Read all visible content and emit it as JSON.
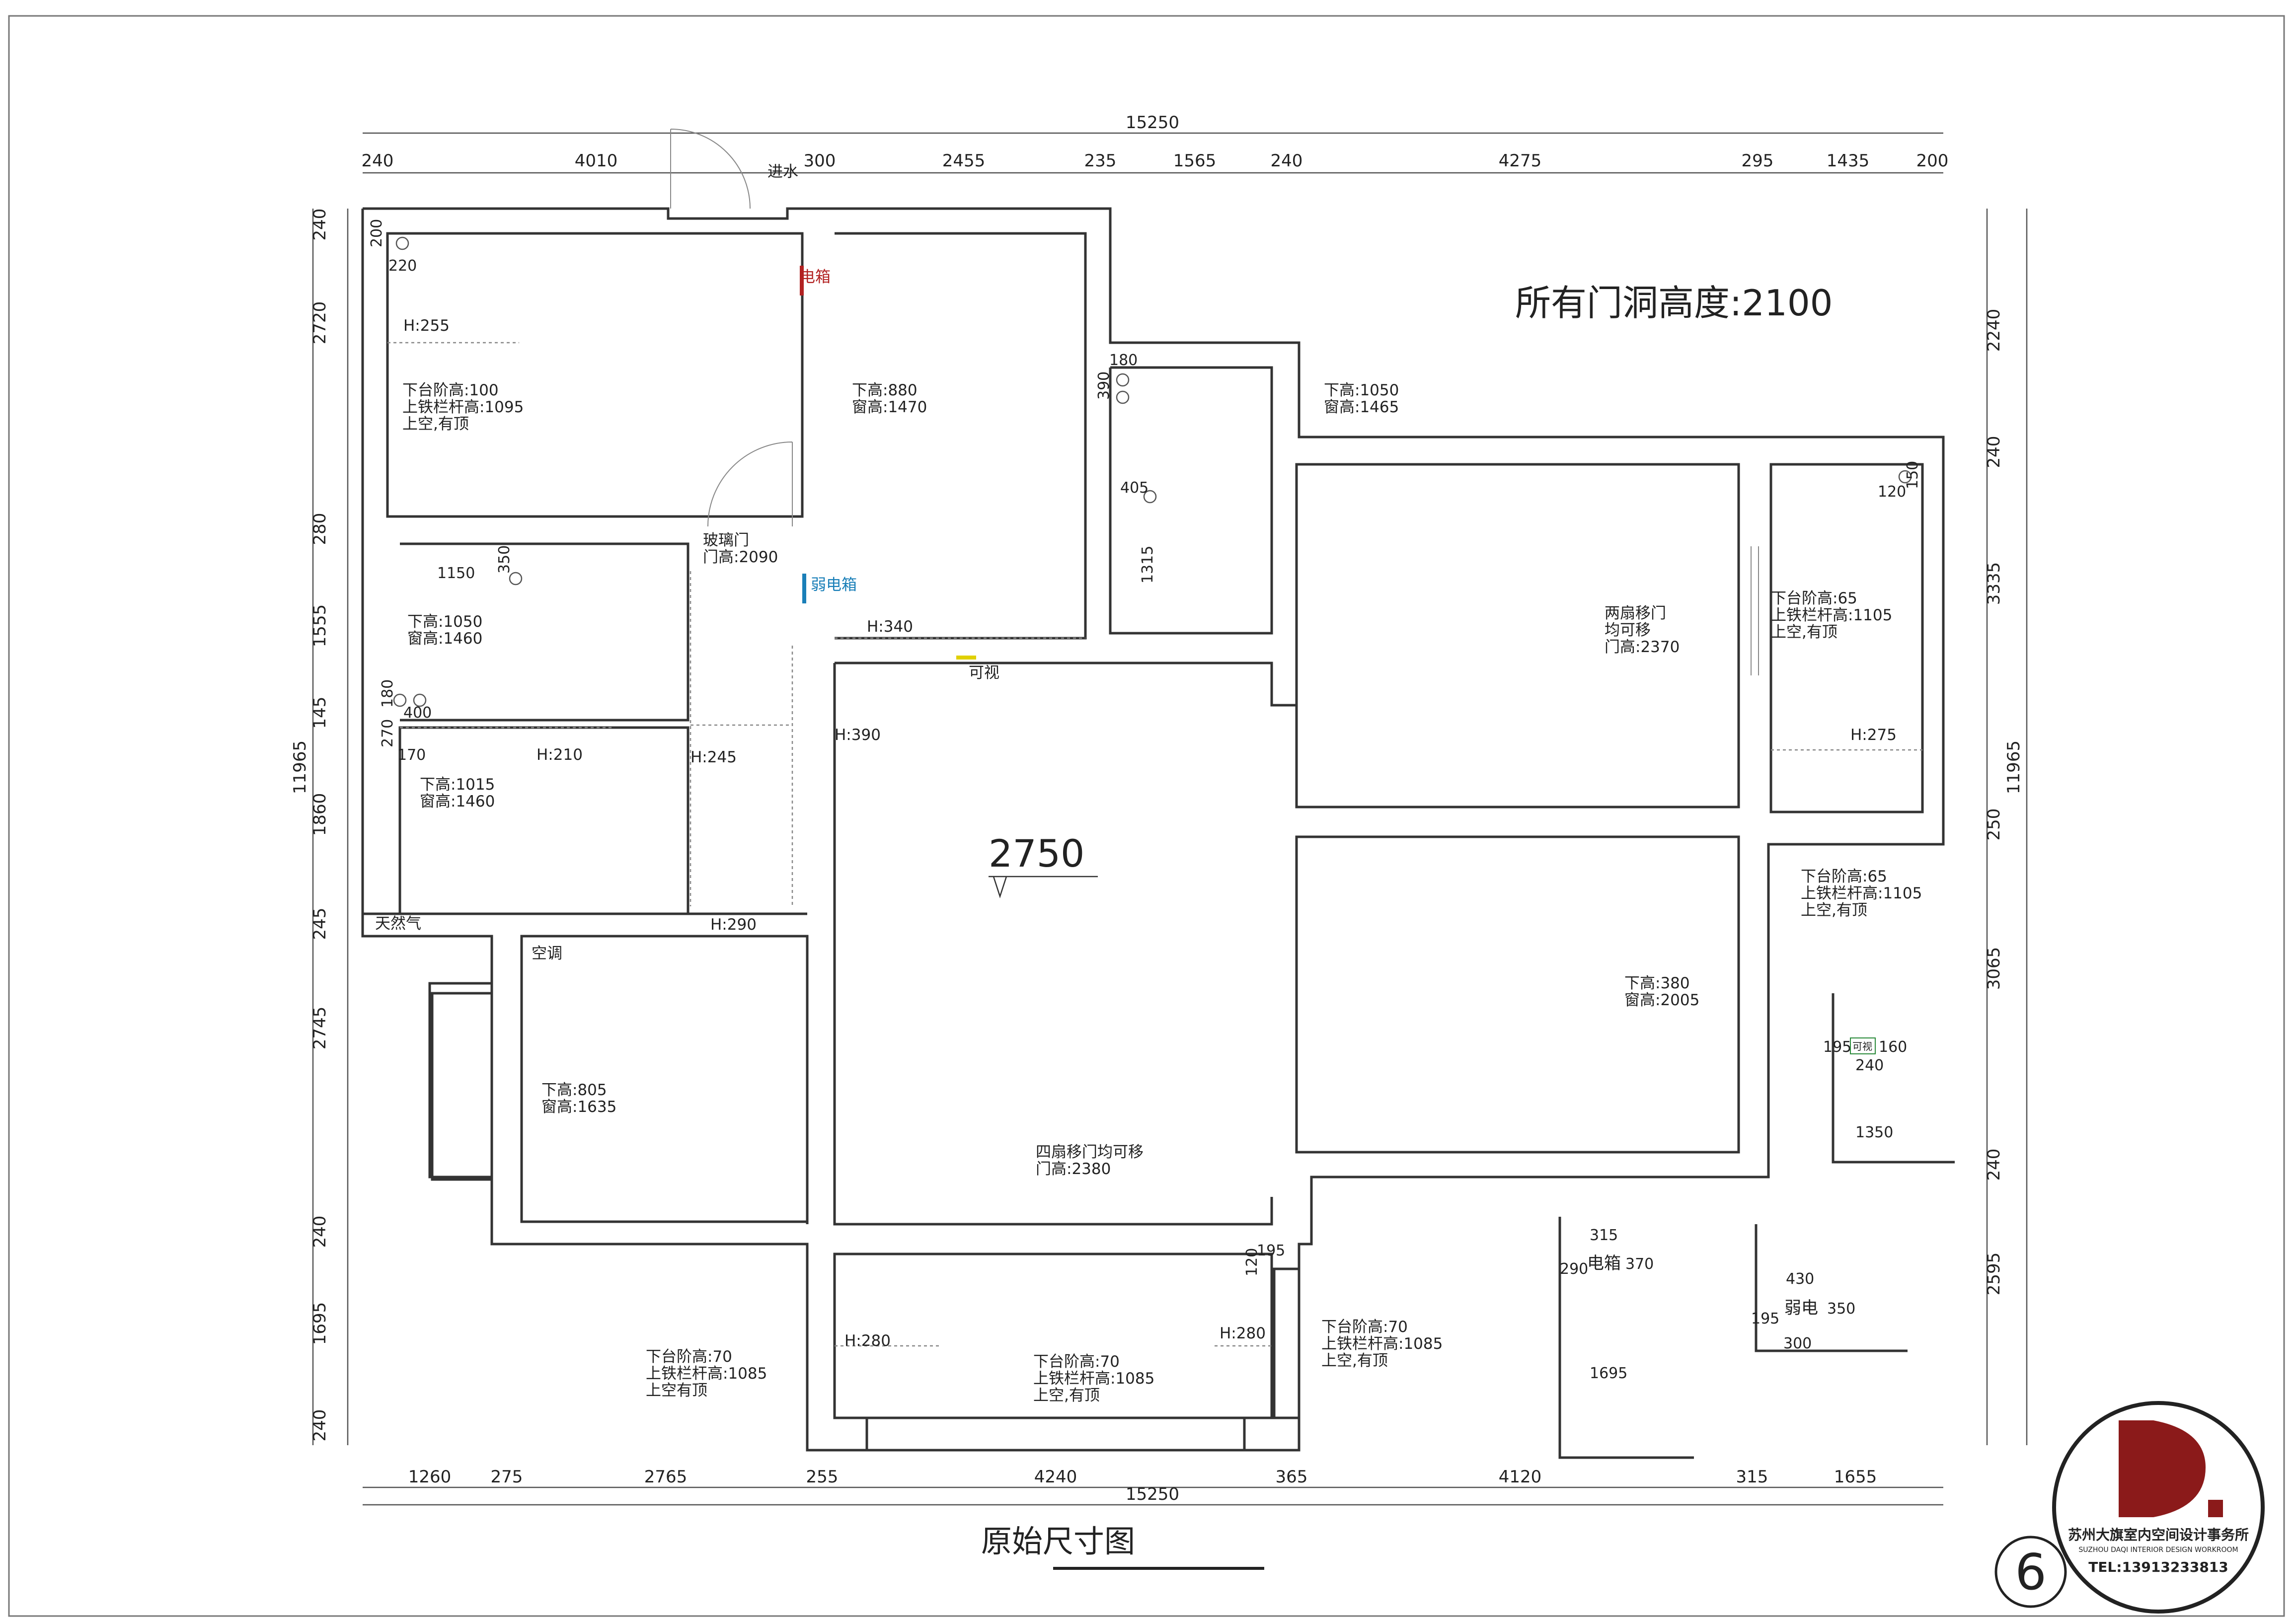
{
  "title": "原始尺寸图",
  "door_height_note": "所有门洞高度:2100",
  "page_number": "6",
  "logo": {
    "letter": "D",
    "name": "苏州大旗室内空间设计事务所",
    "name_en": "SUZHOU DAQI INTERIOR DESIGN WORKROOM",
    "tel": "TEL:13913233813"
  },
  "ceiling_height": "2750",
  "top_total": "15250",
  "top_dims": [
    "240",
    "4010",
    "300",
    "2455",
    "235",
    "1565",
    "240",
    "4275",
    "295",
    "1435",
    "200"
  ],
  "bottom_total": "15250",
  "bottom_dims": [
    "1260",
    "275",
    "2765",
    "255",
    "4240",
    "365",
    "4120",
    "315",
    "1655"
  ],
  "left_total": "11965",
  "left_dims": [
    "240",
    "2720",
    "280",
    "1555",
    "145",
    "1860",
    "245",
    "2745",
    "240",
    "1695",
    "240"
  ],
  "right_total": "11965",
  "right_dims": [
    "2240",
    "240",
    "3335",
    "250",
    "3065",
    "240",
    "2595"
  ],
  "labels": {
    "jinshui": "进水",
    "dianxiang": "电箱",
    "ruodianxiang": "弱电箱",
    "kongtiao": "空调",
    "tianranqi": "天然气",
    "keshi": "可视",
    "boli_men": "玻璃门",
    "boli_men_h": "门高:2090",
    "xiagao_880": "下高:880",
    "chuanggao_1470": "窗高:1470",
    "xiagao_1050a": "下高:1050",
    "chuanggao_1465": "窗高:1465",
    "xiagao_1050b": "下高:1050",
    "chuanggao_1460a": "窗高:1460",
    "xiagao_1015": "下高:1015",
    "chuanggao_1460b": "窗高:1460",
    "xiagao_805": "下高:805",
    "chuanggao_1635": "窗高:1635",
    "xiagao_380": "下高:380",
    "chuanggao_2005": "窗高:2005",
    "tai_100": "下台阶高:100",
    "lan_1095": "上铁栏杆高:1095",
    "kong_ding1": "上空,有顶",
    "tai_65a": "下台阶高:65",
    "lan_1105a": "上铁栏杆高:1105",
    "kong_ding2": "上空,有顶",
    "tai_65b": "下台阶高:65",
    "lan_1105b": "上铁栏杆高:1105",
    "kong_ding3": "上空,有顶",
    "tai_70a": "下台阶高:70",
    "lan_1085a": "上铁栏杆高:1085",
    "kong_ding4": "上空有顶",
    "tai_70b": "下台阶高:70",
    "lan_1085b": "上铁栏杆高:1085",
    "kong_ding5": "上空,有顶",
    "tai_70c": "下台阶高:70",
    "lan_1085c": "上铁栏杆高:1085",
    "kong_ding6": "上空,有顶",
    "liangshan": "两扇移门",
    "jun_keyi": "均可移",
    "men_2370": "门高:2370",
    "sishan": "四扇移门均可移",
    "men_2380": "门高:2380",
    "h255": "H:255",
    "h340": "H:340",
    "h390": "H:390",
    "h210": "H:210",
    "h245": "H:245",
    "h290": "H:290",
    "h275": "H:275",
    "h280a": "H:280",
    "h280b": "H:280"
  },
  "small_dims": {
    "d200": "200",
    "d220": "220",
    "d1150": "1150",
    "d350": "350",
    "d180a": "180",
    "d400": "400",
    "d270": "270",
    "d170": "170",
    "d180b": "180",
    "d390": "390",
    "d405": "405",
    "d1315": "1315",
    "d120a": "120",
    "d150": "150",
    "d120b": "120",
    "d195a": "195",
    "d195b": "195",
    "d160": "160",
    "d240": "240",
    "d1350": "1350",
    "d315": "315",
    "d290": "290",
    "d370": "370",
    "d1695": "1695",
    "d430": "430",
    "d195c": "195",
    "d350b": "350",
    "d300": "300"
  },
  "detail_labels": {
    "keshi2": "可视",
    "dianxiang2": "电箱",
    "ruodian2": "弱电"
  },
  "colors": {
    "dianxiang": "#b22222",
    "ruodianxiang": "#1a7fb8",
    "logo_brand": "#8b1a1a",
    "switch": "#e0d000"
  }
}
